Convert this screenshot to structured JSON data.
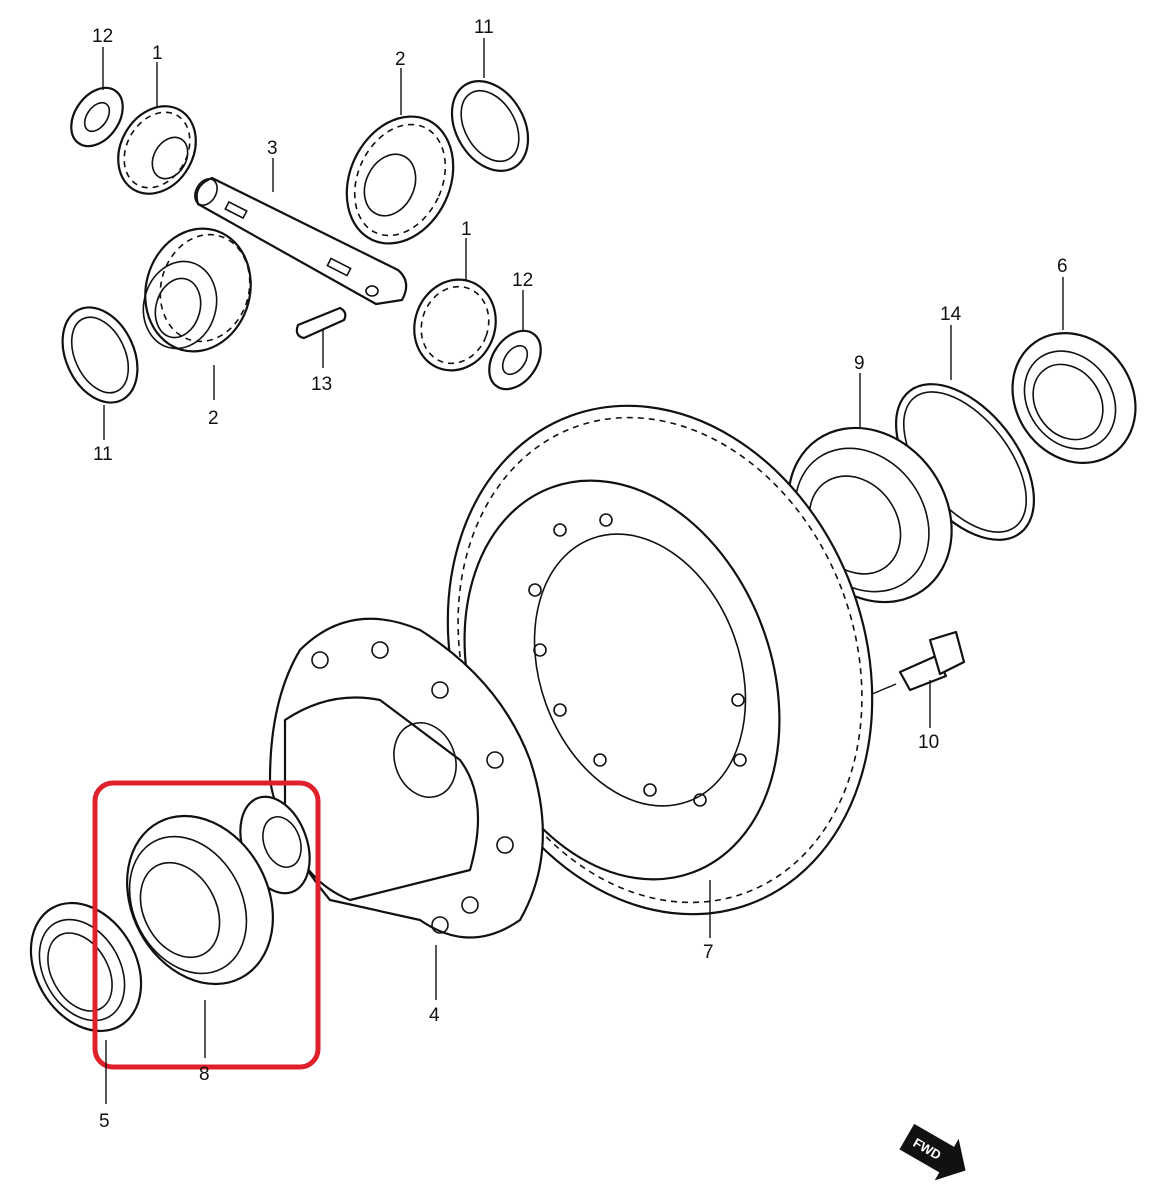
{
  "callouts": [
    {
      "id": "c12a",
      "text": "12"
    },
    {
      "id": "c1a",
      "text": "1"
    },
    {
      "id": "c2a",
      "text": "2"
    },
    {
      "id": "c11a",
      "text": "11"
    },
    {
      "id": "c3",
      "text": "3"
    },
    {
      "id": "c1b",
      "text": "1"
    },
    {
      "id": "c12b",
      "text": "12"
    },
    {
      "id": "c2b",
      "text": "2"
    },
    {
      "id": "c11b",
      "text": "11"
    },
    {
      "id": "c13",
      "text": "13"
    },
    {
      "id": "c6",
      "text": "6"
    },
    {
      "id": "c14",
      "text": "14"
    },
    {
      "id": "c9",
      "text": "9"
    },
    {
      "id": "c10",
      "text": "10"
    },
    {
      "id": "c7",
      "text": "7"
    },
    {
      "id": "c4",
      "text": "4"
    },
    {
      "id": "c8",
      "text": "8"
    },
    {
      "id": "c5",
      "text": "5"
    }
  ],
  "fwd_badge": "FWD",
  "highlight": {
    "color": "#e0202a"
  }
}
